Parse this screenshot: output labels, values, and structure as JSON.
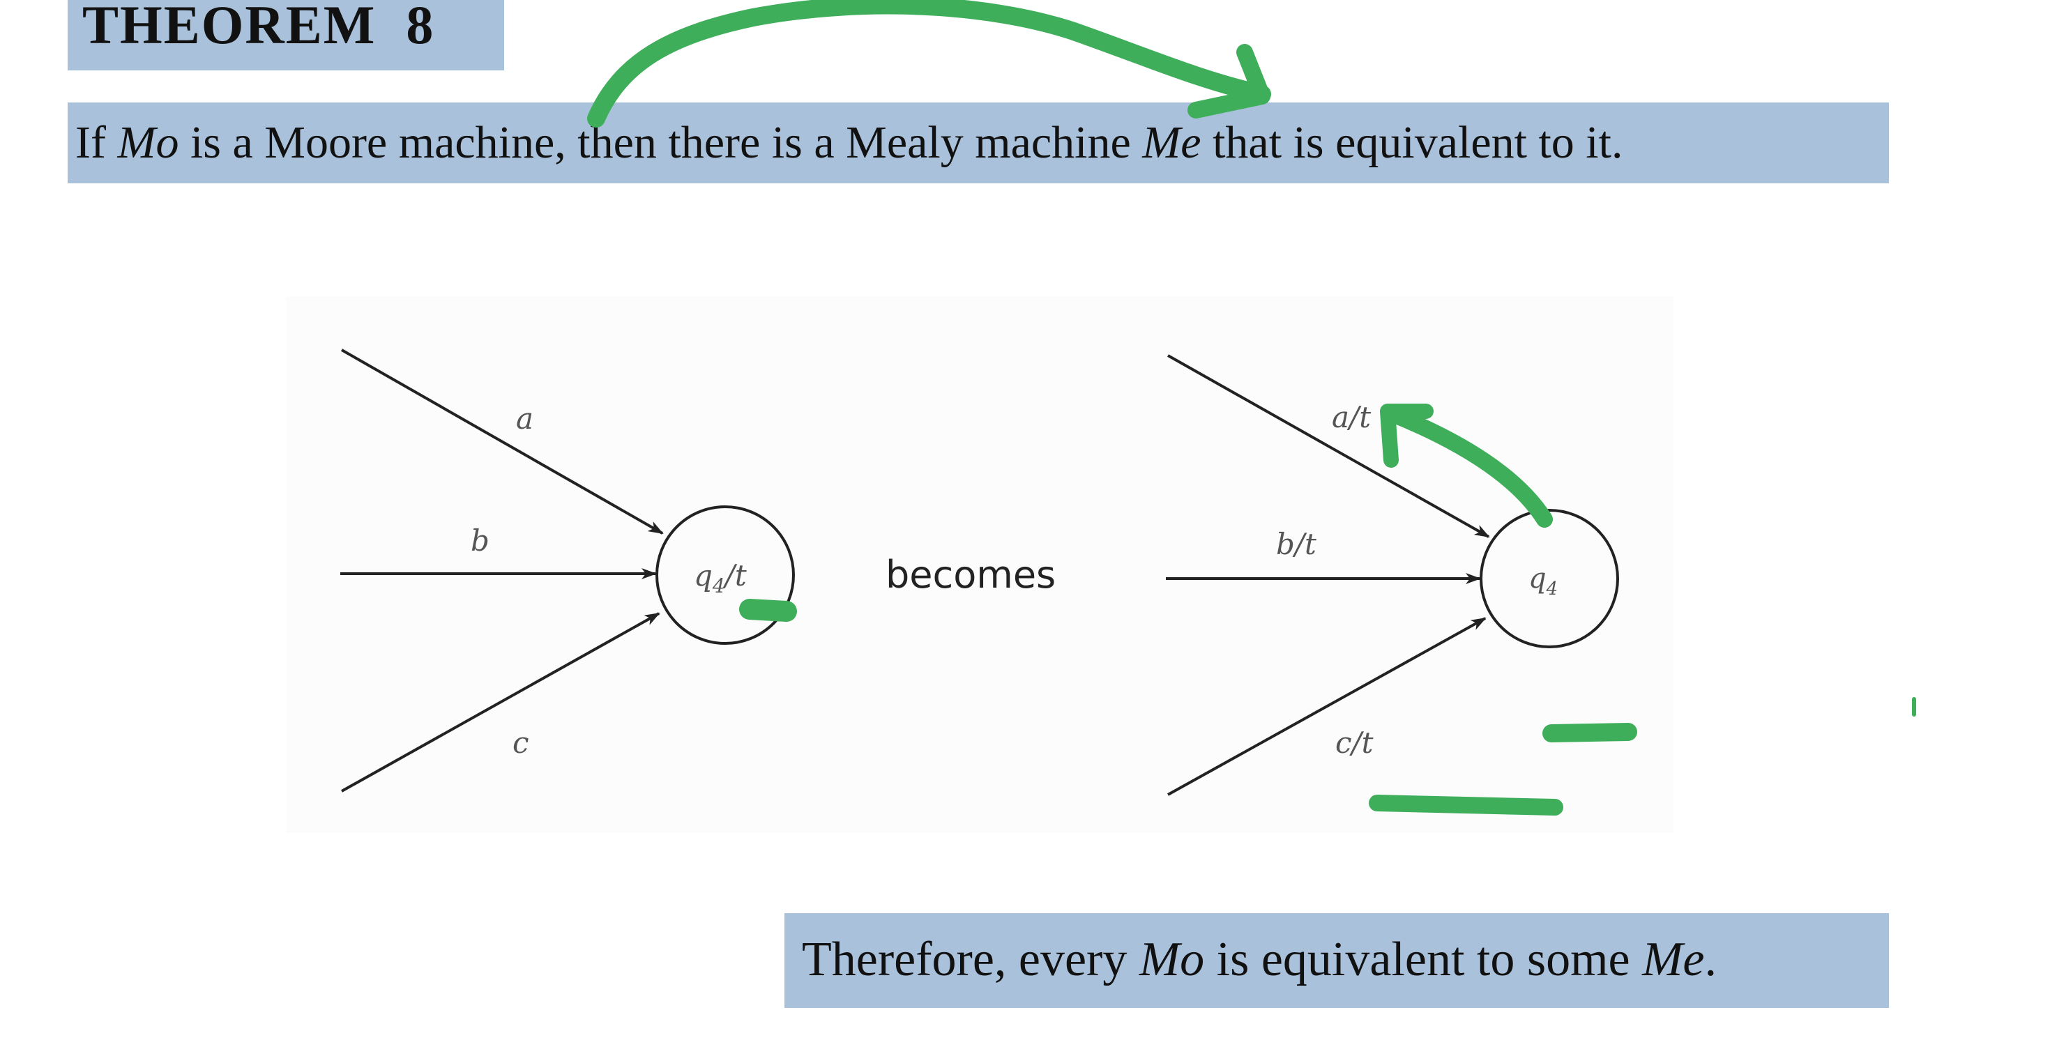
{
  "theorem": {
    "title": "THEOREM  8"
  },
  "statement": {
    "if": "If ",
    "mo": "Mo",
    "middle": " is a Moore machine, then there is a Mealy machine ",
    "me": "Me",
    "end": " that is equivalent to it."
  },
  "figure": {
    "moore": {
      "edges": [
        "a",
        "b",
        "c"
      ],
      "state": "q",
      "state_sub": "4",
      "state_output": "/t"
    },
    "becomes": "becomes",
    "mealy": {
      "edges": [
        "a/t",
        "b/t",
        "c/t"
      ],
      "state": "q",
      "state_sub": "4"
    }
  },
  "conclusion": {
    "start": "Therefore, every ",
    "mo": "Mo",
    "mid": " is equivalent to some ",
    "me": "Me",
    "end": "."
  },
  "annotation_color": "#3fae5a",
  "highlight_color": "#a9c1da"
}
